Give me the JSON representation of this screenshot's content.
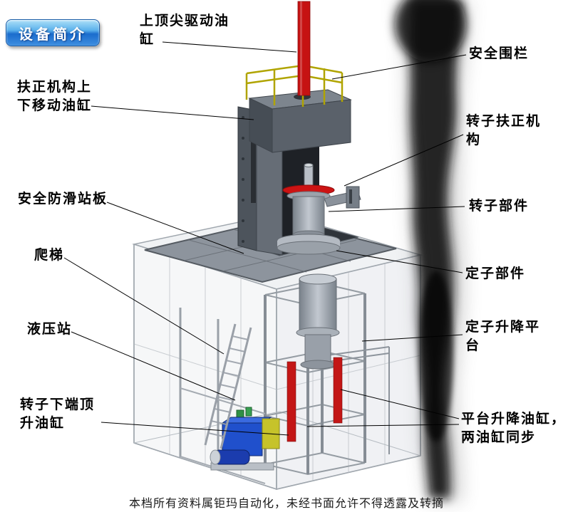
{
  "slide": {
    "title_badge": "设备简介",
    "footer": "本档所有资料属钜玛自动化，未经书面允许不得透露及转摘"
  },
  "callouts": [
    {
      "id": "upper-tip-drive-cylinder",
      "text": "上顶尖驱动油\n缸"
    },
    {
      "id": "safety-fence",
      "text": "安全围栏"
    },
    {
      "id": "centering-mechanism-cylinder",
      "text": "扶正机构上\n下移动油缸"
    },
    {
      "id": "rotor-centering-mechanism",
      "text": "转子扶正机\n构"
    },
    {
      "id": "anti-slip-platform",
      "text": "安全防滑站板"
    },
    {
      "id": "rotor-component",
      "text": "转子部件"
    },
    {
      "id": "ladder",
      "text": "爬梯"
    },
    {
      "id": "stator-component",
      "text": "定子部件"
    },
    {
      "id": "hydraulic-station",
      "text": "液压站"
    },
    {
      "id": "stator-lift-platform",
      "text": "定子升降平\n台"
    },
    {
      "id": "rotor-bottom-jack-cylinder",
      "text": "转子下端顶\n升油缸"
    },
    {
      "id": "platform-lift-cylinders",
      "text": "平台升降油缸，\n两油缸同步"
    }
  ],
  "colors": {
    "badge_blue_top": "#aee0f8",
    "badge_blue_bottom": "#1a6ccd",
    "cylinder_red": "#c61212",
    "railing_yellow": "#b0a400",
    "hydraulic_blue": "#2050cc",
    "accent_yellow_box": "#c6c32a",
    "machine_gray": "#8d949d"
  }
}
